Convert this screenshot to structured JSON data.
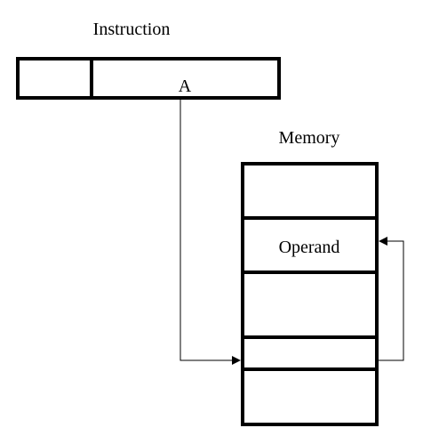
{
  "diagram": {
    "instruction_label": "Instruction",
    "address_field_label": "A",
    "memory_label": "Memory",
    "operand_label": "Operand"
  }
}
